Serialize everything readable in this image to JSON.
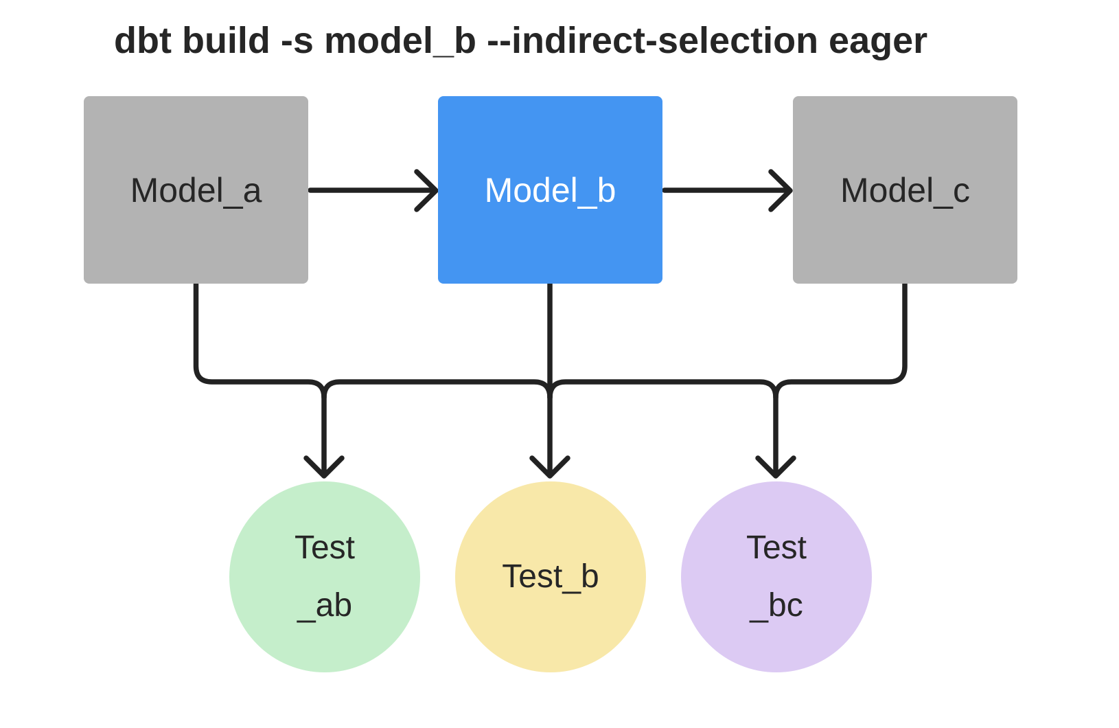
{
  "title": "dbt build -s model_b --indirect-selection eager",
  "colors": {
    "background": "#ffffff",
    "model_gray": "#b3b3b3",
    "model_blue": "#4495f2",
    "test_green": "#c5eecb",
    "test_yellow": "#f8e8a9",
    "test_purple": "#dccaf3",
    "line": "#222222",
    "text_dark": "#262626",
    "text_light": "#ffffff"
  },
  "nodes": {
    "model_a": {
      "label": "Model_a",
      "type": "model",
      "selected": false
    },
    "model_b": {
      "label": "Model_b",
      "type": "model",
      "selected": true
    },
    "model_c": {
      "label": "Model_c",
      "type": "model",
      "selected": false
    },
    "test_ab": {
      "lines": [
        "Test",
        "_ab"
      ],
      "type": "test"
    },
    "test_b": {
      "lines": [
        "Test_b"
      ],
      "type": "test"
    },
    "test_bc": {
      "lines": [
        "Test",
        "_bc"
      ],
      "type": "test"
    }
  },
  "edges": [
    {
      "from": "model_a",
      "to": "model_b"
    },
    {
      "from": "model_b",
      "to": "model_c"
    },
    {
      "from": "model_a",
      "to": "test_ab"
    },
    {
      "from": "model_b",
      "to": "test_ab"
    },
    {
      "from": "model_b",
      "to": "test_b"
    },
    {
      "from": "model_b",
      "to": "test_bc"
    },
    {
      "from": "model_c",
      "to": "test_bc"
    }
  ]
}
